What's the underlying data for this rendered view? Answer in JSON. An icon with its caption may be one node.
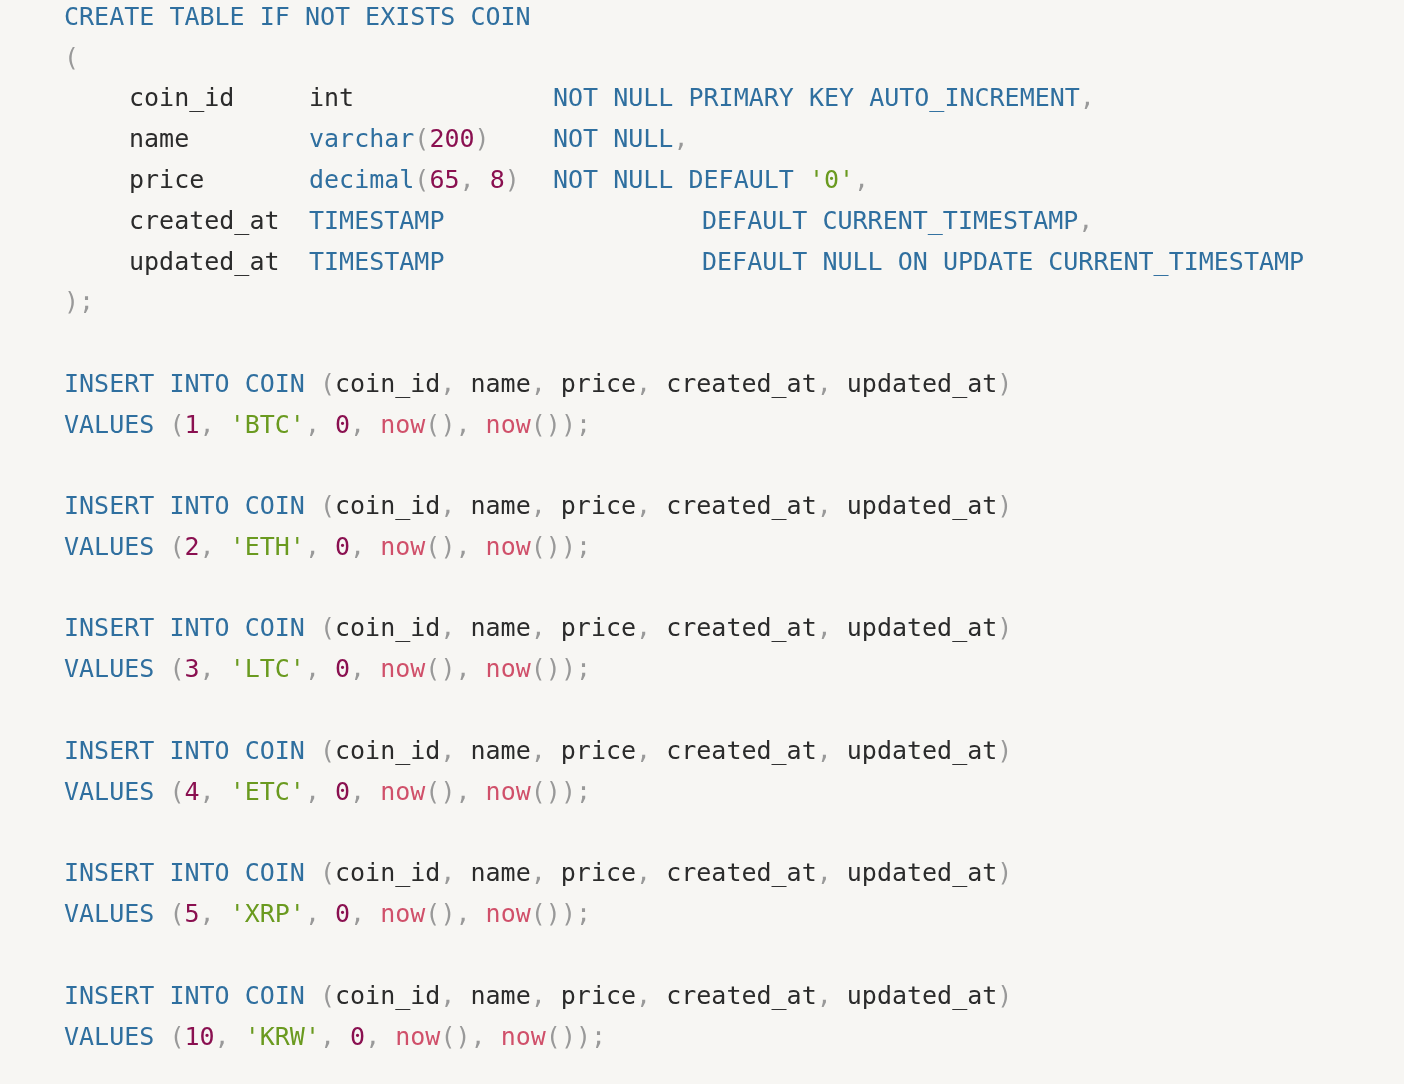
{
  "diagram": {
    "labels": [
      "CREATE TABLE IF NOT EXISTS COIN",
      "(",
      "coin_id",
      "int",
      "NOT NULL PRIMARY KEY AUTO_INCREMENT,",
      "name",
      "varchar(200)",
      "NOT NULL,",
      "price",
      "decimal(65, 8)",
      "NOT NULL DEFAULT '0',",
      "created_at",
      "TIMESTAMP",
      "DEFAULT CURRENT_TIMESTAMP,",
      "updated_at",
      "TIMESTAMP",
      "DEFAULT NULL ON UPDATE CURRENT_TIMESTAMP",
      ");",
      "INSERT INTO COIN (coin_id, name, price, created_at, updated_at)",
      "VALUES (1, 'BTC', 0, now(), now());",
      "INSERT INTO COIN (coin_id, name, price, created_at, updated_at)",
      "VALUES (2, 'ETH', 0, now(), now());",
      "INSERT INTO COIN (coin_id, name, price, created_at, updated_at)",
      "VALUES (3, 'LTC', 0, now(), now());",
      "INSERT INTO COIN (coin_id, name, price, created_at, updated_at)",
      "VALUES (4, 'ETC', 0, now(), now());",
      "INSERT INTO COIN (coin_id, name, price, created_at, updated_at)",
      "VALUES (5, 'XRP', 0, now(), now());",
      "INSERT INTO COIN (coin_id, name, price, created_at, updated_at)",
      "VALUES (10, 'KRW', 0, now(), now());"
    ]
  }
}
